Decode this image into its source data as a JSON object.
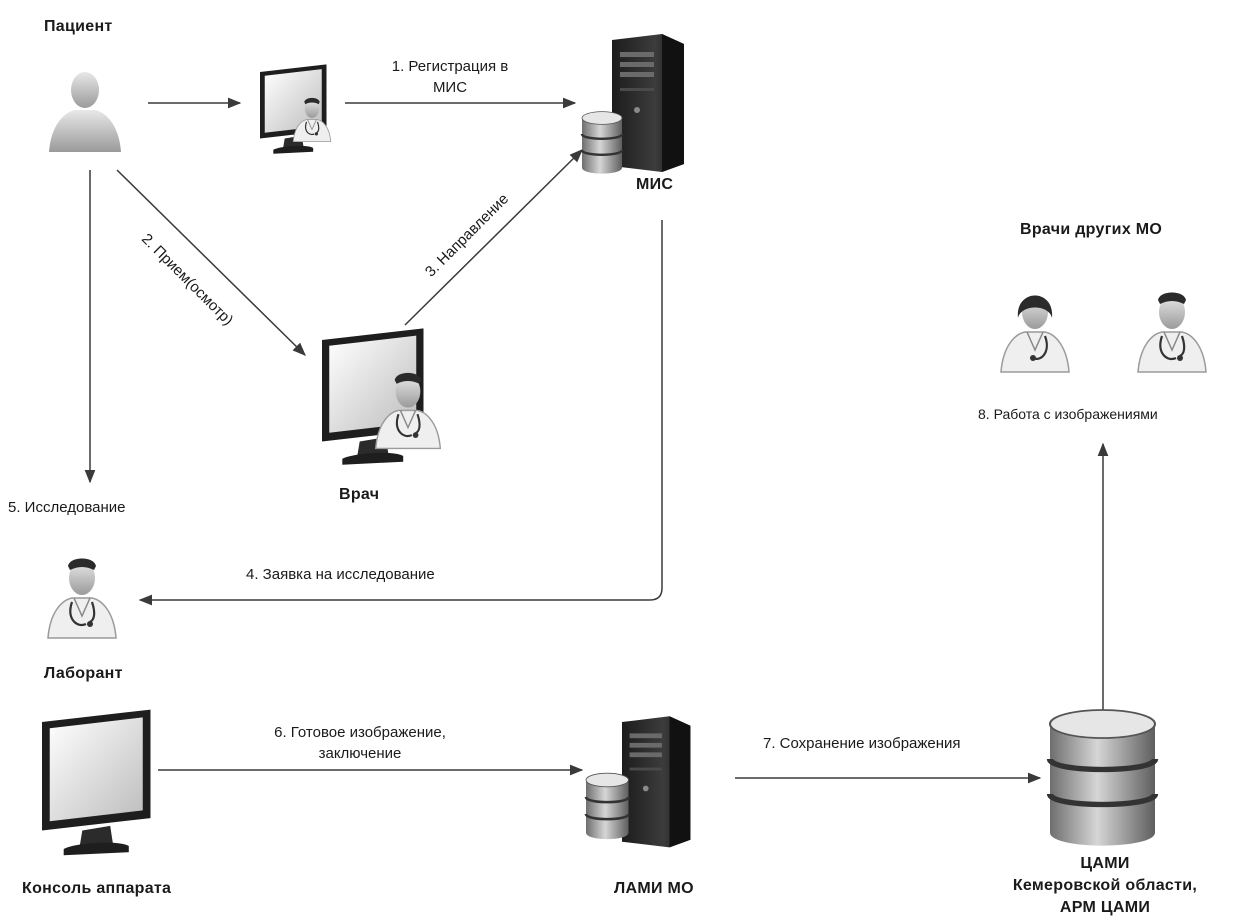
{
  "nodes": {
    "patient": "Пациент",
    "mis": "МИС",
    "doctor": "Врач",
    "other_doctors": "Врачи других МО",
    "lab_tech": "Лаборант",
    "console": "Консоль аппарата",
    "lami": "ЛАМИ МО",
    "cami_line1": "ЦАМИ",
    "cami_line2": "Кемеровской области,",
    "cami_line3": "АРМ ЦАМИ"
  },
  "steps": {
    "s1_line1": "1. Регистрация в",
    "s1_line2": "МИС",
    "s2": "2. Прием(осмотр)",
    "s3": "3. Направление",
    "s4": "4. Заявка на исследование",
    "s5": "5. Исследование",
    "s6_line1": "6. Готовое изображение,",
    "s6_line2": "заключение",
    "s7": "7. Сохранение изображения",
    "s8": "8. Работа с изображениями"
  },
  "icons": {
    "patient": "patient-person-icon",
    "registrar": "registrar-computer-icon",
    "mis": "mis-server-icon",
    "doctor": "doctor-computer-icon",
    "other_doctor_female": "female-doctor-icon",
    "other_doctor_male": "male-doctor-icon",
    "lab_tech": "lab-tech-doctor-icon",
    "console": "console-monitor-icon",
    "lami": "lami-server-icon",
    "cami": "cami-database-icon"
  },
  "colors": {
    "arrow": "#3a3a3a",
    "icon_dark": "#2b2b2b",
    "icon_light": "#d9d9d9"
  }
}
